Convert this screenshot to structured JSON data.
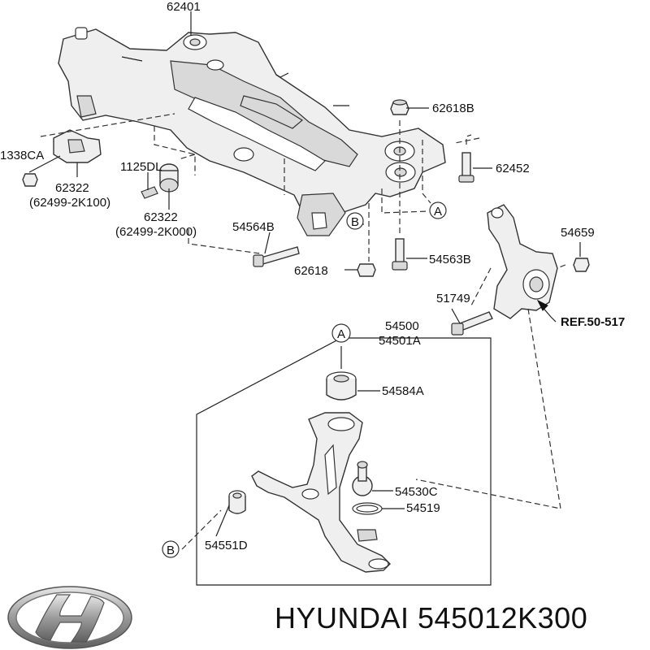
{
  "labels": {
    "l62401": "62401",
    "l62618B": "62618B",
    "l62452": "62452",
    "l1338CA": "1338CA",
    "l62322a": "62322",
    "l62322a_alt": "(62499-2K100)",
    "l1125DL": "1125DL",
    "l62322b": "62322",
    "l62322b_alt": "(62499-2K000)",
    "l54564B": "54564B",
    "l62618": "62618",
    "l54563B": "54563B",
    "l54659": "54659",
    "l51749": "51749",
    "ref": "REF.50-517",
    "l54500": "54500",
    "l54501A": "54501A",
    "l54584A": "54584A",
    "l54530C": "54530C",
    "l54519": "54519",
    "l54551D": "54551D"
  },
  "callouts": {
    "a_top": "A",
    "a_frame": "A",
    "b_top": "B",
    "b_bottom": "B"
  },
  "brand": {
    "logo": "hyundai-logo",
    "text": "HYUNDAI 545012K300"
  }
}
